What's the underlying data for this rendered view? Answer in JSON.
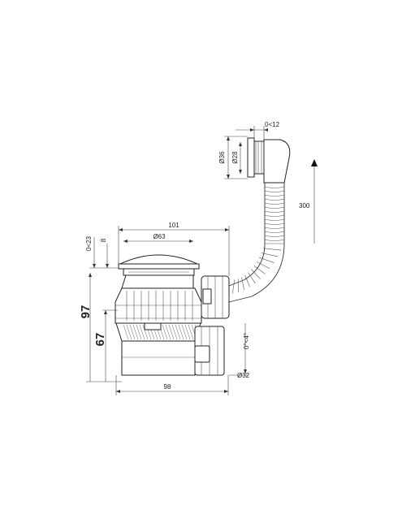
{
  "dimensions": {
    "width_101": "101",
    "dia_63": "Ø63",
    "range_0_23": "0<23",
    "height_8": "8",
    "height_97": "97",
    "height_67": "67",
    "width_98": "98",
    "dia_32": "Ø32",
    "angle_0_4": "0°<4°",
    "dia_36": "Ø36",
    "dia_28": "Ø28",
    "range_0_12": "0<12",
    "length_300": "300"
  }
}
